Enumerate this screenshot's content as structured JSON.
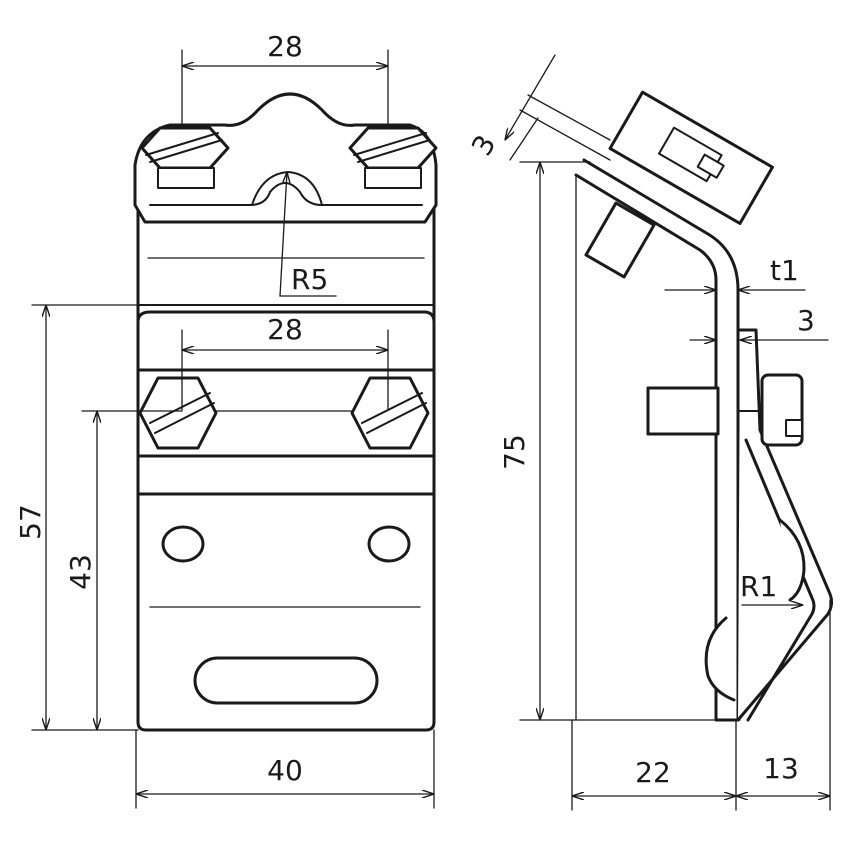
{
  "dimensions": {
    "top_bolt_spacing": "28",
    "radius_center": "R5",
    "mid_bolt_spacing": "28",
    "height_57": "57",
    "height_43": "43",
    "width_40": "40",
    "offset_3_top": "3",
    "height_75": "75",
    "thickness_t1": "t1",
    "thickness_3": "3",
    "bend_radius": "R1",
    "depth_22": "22",
    "depth_13": "13"
  },
  "colors": {
    "line": "#1a1a1a",
    "background": "#ffffff"
  }
}
